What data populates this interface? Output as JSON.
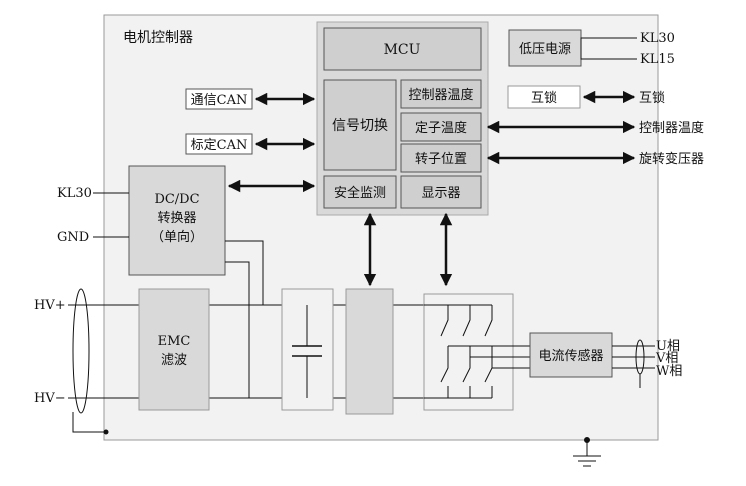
{
  "title": "电机控制器",
  "blocks": {
    "mcu": "MCU",
    "lv_power": "低压电源",
    "signal_switch": "信号切换",
    "ctrl_temp": "控制器温度",
    "stator_temp": "定子温度",
    "rotor_pos": "转子位置",
    "safety_monitor": "安全监测",
    "display": "显示器",
    "interlock": "互锁",
    "comm_can": "通信CAN",
    "calib_can": "标定CAN",
    "dcdc_line1": "DC/DC",
    "dcdc_line2": "转换器",
    "dcdc_line3": "（单向）",
    "emc_line1": "EMC",
    "emc_line2": "滤波",
    "current_sensor": "电流传感器"
  },
  "external": {
    "kl30_right": "KL30",
    "kl15": "KL15",
    "interlock_out": "互锁",
    "ctrl_temp_out": "控制器温度",
    "resolver": "旋转变压器",
    "kl30_left": "KL30",
    "gnd": "GND",
    "hv_plus": "HV+",
    "hv_minus": "HV−",
    "phase_u": "U相",
    "phase_v": "V相",
    "phase_w": "W相"
  }
}
